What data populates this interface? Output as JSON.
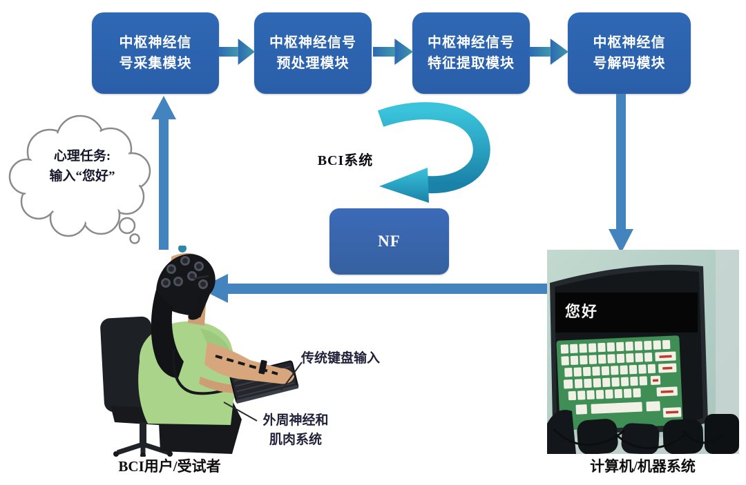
{
  "modules": [
    {
      "line1": "中枢神经信",
      "line2": "号采集模块"
    },
    {
      "line1": "中枢神经信号",
      "line2": "预处理模块"
    },
    {
      "line1": "中枢神经信号",
      "line2": "特征提取模块"
    },
    {
      "line1": "中枢神经信",
      "line2": "号解码模块"
    }
  ],
  "labels": {
    "bci_system": "BCI系统",
    "nf": "NF",
    "thought_line1": "心理任务:",
    "thought_line2": "输入“您好”",
    "keyboard_input": "传统键盘输入",
    "peripheral_line1": "外周神经和",
    "peripheral_line2": "肌肉系统",
    "user_caption": "BCI用户/受试者",
    "computer_caption": "计算机/机器系统",
    "screen_text": "您好"
  },
  "colors": {
    "module_box": "#2b62ae",
    "nf_box": "#3a67b5",
    "flow_arrow_start": "#2d69b2",
    "flow_arrow_end": "#3f98ac",
    "long_arrow": "#4384bf",
    "swoosh": "#27accb",
    "keyboard_panel": "#3f8e55",
    "photo_background": "#b5cfc6"
  }
}
